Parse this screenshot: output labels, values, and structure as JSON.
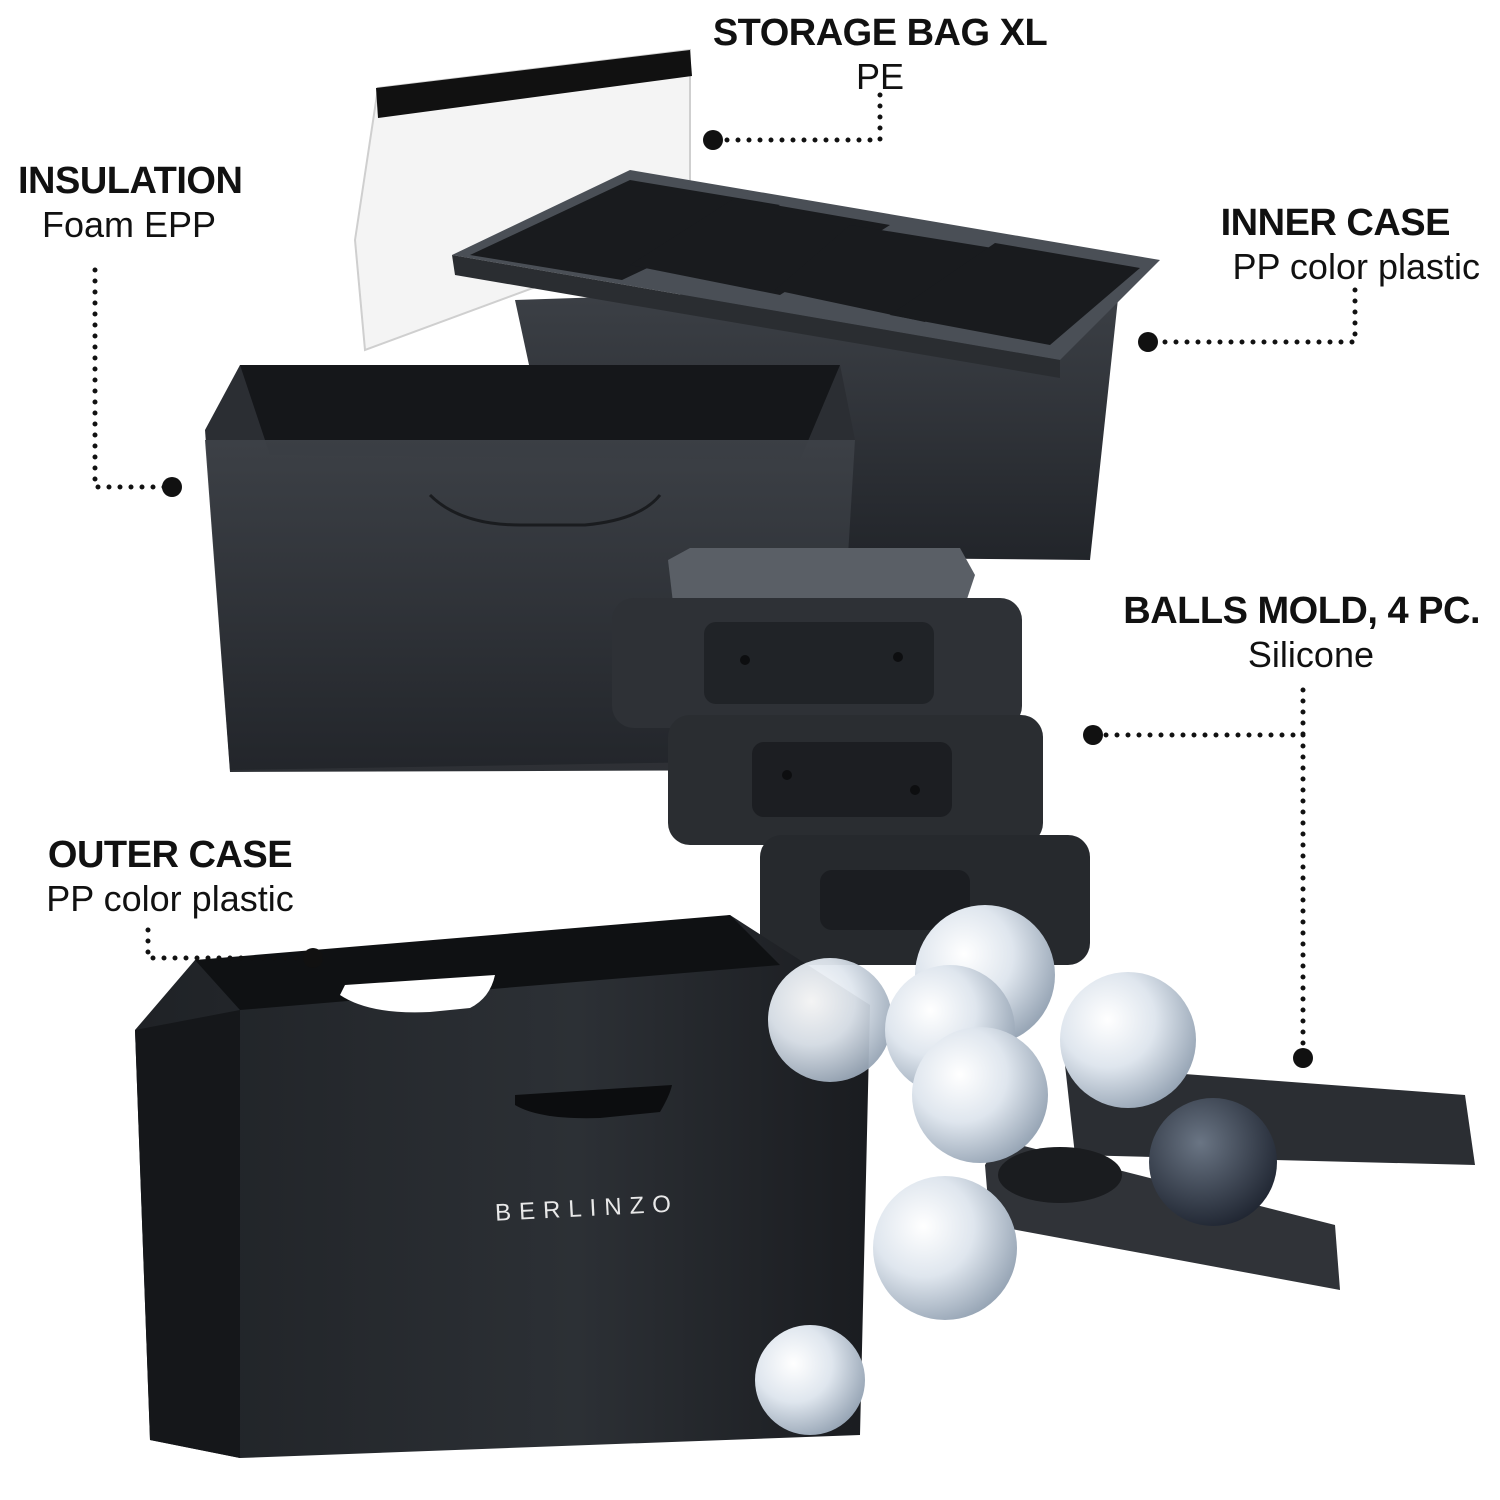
{
  "labels": {
    "storage_bag": {
      "title": "STORAGE BAG XL",
      "subtitle": "PE"
    },
    "insulation": {
      "title": "INSULATION",
      "subtitle": "Foam EPP"
    },
    "inner_case": {
      "title": "INNER CASE",
      "subtitle": "PP color plastic"
    },
    "balls_mold": {
      "title": "BALLS MOLD, 4 PC.",
      "subtitle": "Silicone"
    },
    "outer_case": {
      "title": "OUTER CASE",
      "subtitle": "PP color plastic"
    }
  },
  "brand": {
    "logo_text": "BERLINZO"
  },
  "colors": {
    "ink": "#111111",
    "product_dark": "#2a2d31",
    "product_mid": "#3a3e44",
    "product_light": "#5a5f66",
    "ice": "#dce4ec",
    "background": "#ffffff"
  }
}
